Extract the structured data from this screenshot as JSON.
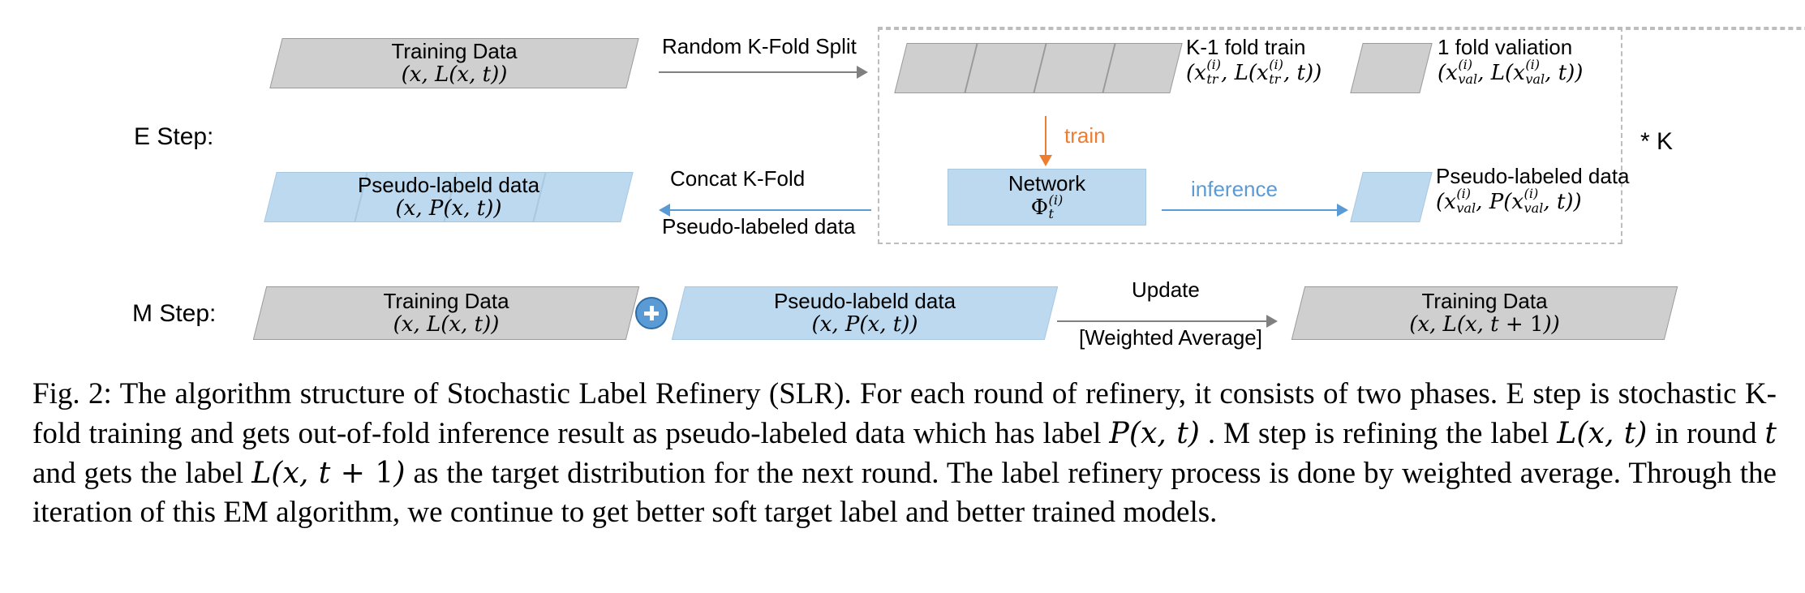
{
  "figure": {
    "steps": {
      "e_label": "E Step:",
      "m_label": "M Step:"
    },
    "repeat_note": "* K",
    "e_step": {
      "source_box": {
        "title": "Training Data",
        "math": "(x, L(x, t))"
      },
      "split_arrow": {
        "label": "Random K-Fold Split",
        "direction": "right",
        "color": "#808080"
      },
      "train_folds": {
        "title": "K-1 fold train",
        "math": "(x_tr^(i), L(x_tr^(i), t))",
        "fold_count": 4
      },
      "val_fold": {
        "title": "1 fold valiation",
        "math": "(x_val^(i), L(x_val^(i), t))"
      },
      "train_arrow": {
        "label": "train",
        "direction": "down",
        "color": "#ed7d31"
      },
      "network": {
        "title": "Network",
        "math": "Φ_t^(i)",
        "color": "#bcd9ef"
      },
      "inference_arrow": {
        "label": "inference",
        "direction": "right",
        "color": "#5b9bd5"
      },
      "pseudo_out": {
        "title": "Pseudo-labeled data",
        "math": "(x_val^(i), P(x_val^(i), t))"
      },
      "concat_arrow": {
        "label_top": "Concat K-Fold",
        "label_bottom": "Pseudo-labeled data",
        "direction": "left",
        "color": "#5b9bd5"
      },
      "pseudo_concat": {
        "title": "Pseudo-labeld data",
        "math": "(x, P(x, t))",
        "fold_count": 4
      }
    },
    "m_step": {
      "training_data": {
        "title": "Training Data",
        "math": "(x, L(x, t))"
      },
      "plus_icon": "plus-circle-icon",
      "pseudo_data": {
        "title": "Pseudo-labeld data",
        "math": "(x, P(x, t))"
      },
      "update_arrow": {
        "label_top": "Update",
        "label_bottom": "[Weighted Average]",
        "direction": "right",
        "color": "#808080"
      },
      "result": {
        "title": "Training Data",
        "math": "(x, L(x, t + 1))"
      }
    }
  },
  "caption": {
    "prefix": "Fig. 2:",
    "part1": " The algorithm structure of Stochastic Label Refinery (SLR). For each round of refinery, it consists of two phases. E step is stochastic K-fold training and gets out-of-fold inference result as pseudo-labeled data which has label ",
    "math1": "P(x, t)",
    "part2": " . M step is refining the label ",
    "math2": "L(x, t)",
    "part3": " in round ",
    "math3": "t",
    "part4": " and gets the label ",
    "math4": "L(x, t + 1)",
    "part5": " as the target distribution for the next round. The label refinery process is done by weighted average. Through the iteration of this EM algorithm, we continue to get better soft target label and better trained models."
  },
  "colors": {
    "gray_fill": "#cfcfcf",
    "gray_stroke": "#9a9a9a",
    "blue_fill": "#bcd9ef",
    "blue_accent": "#5b9bd5",
    "orange_accent": "#ed7d31",
    "dashed_border": "#bdbdbd"
  }
}
